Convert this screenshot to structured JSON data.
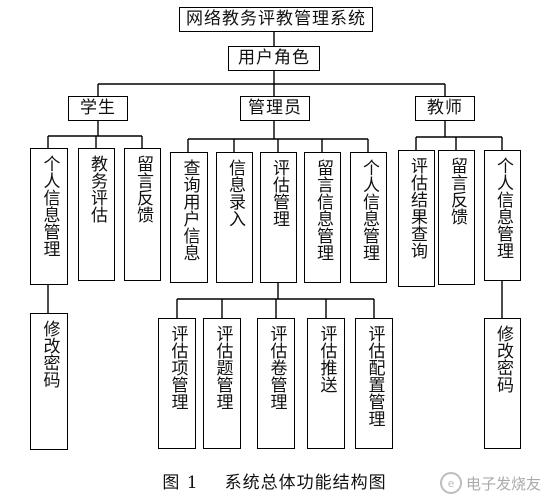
{
  "diagram": {
    "root": "网络教务评教管理系统",
    "roles": "用户角色",
    "student": {
      "label": "学生",
      "children": [
        "个人信息管理",
        "教务评估",
        "留言反馈"
      ],
      "sub": "修改密码"
    },
    "admin": {
      "label": "管理员",
      "children": [
        "查询用户信息",
        "信息录入",
        "评估管理",
        "留言信息管理",
        "个人信息管理"
      ],
      "eval_children": [
        "评估项管理",
        "评估题管理",
        "评估卷管理",
        "评估推送",
        "评估配置管理"
      ]
    },
    "teacher": {
      "label": "教师",
      "children": [
        "评估结果查询",
        "留言反馈",
        "个人信息管理"
      ],
      "sub": "修改密码"
    }
  },
  "caption": {
    "figure_no": "图 1",
    "title": "系统总体功能结构图"
  },
  "watermark": "电子发烧友"
}
